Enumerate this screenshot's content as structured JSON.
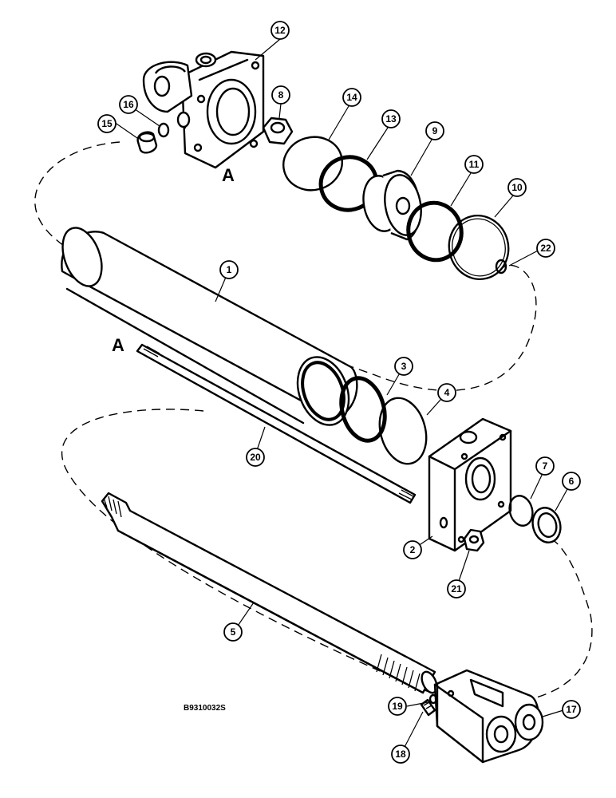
{
  "figure_code": "B9310032S",
  "reference_letters": [
    "A",
    "A"
  ],
  "callouts": [
    {
      "id": "c1",
      "label": "1"
    },
    {
      "id": "c2",
      "label": "2"
    },
    {
      "id": "c3",
      "label": "3"
    },
    {
      "id": "c4",
      "label": "4"
    },
    {
      "id": "c5",
      "label": "5"
    },
    {
      "id": "c6",
      "label": "6"
    },
    {
      "id": "c7",
      "label": "7"
    },
    {
      "id": "c8",
      "label": "8"
    },
    {
      "id": "c9",
      "label": "9"
    },
    {
      "id": "c10",
      "label": "10"
    },
    {
      "id": "c11",
      "label": "11"
    },
    {
      "id": "c12",
      "label": "12"
    },
    {
      "id": "c13",
      "label": "13"
    },
    {
      "id": "c14",
      "label": "14"
    },
    {
      "id": "c15",
      "label": "15"
    },
    {
      "id": "c16",
      "label": "16"
    },
    {
      "id": "c17",
      "label": "17"
    },
    {
      "id": "c18",
      "label": "18"
    },
    {
      "id": "c19",
      "label": "19"
    },
    {
      "id": "c20",
      "label": "20"
    },
    {
      "id": "c21",
      "label": "21"
    },
    {
      "id": "c22",
      "label": "22"
    }
  ]
}
